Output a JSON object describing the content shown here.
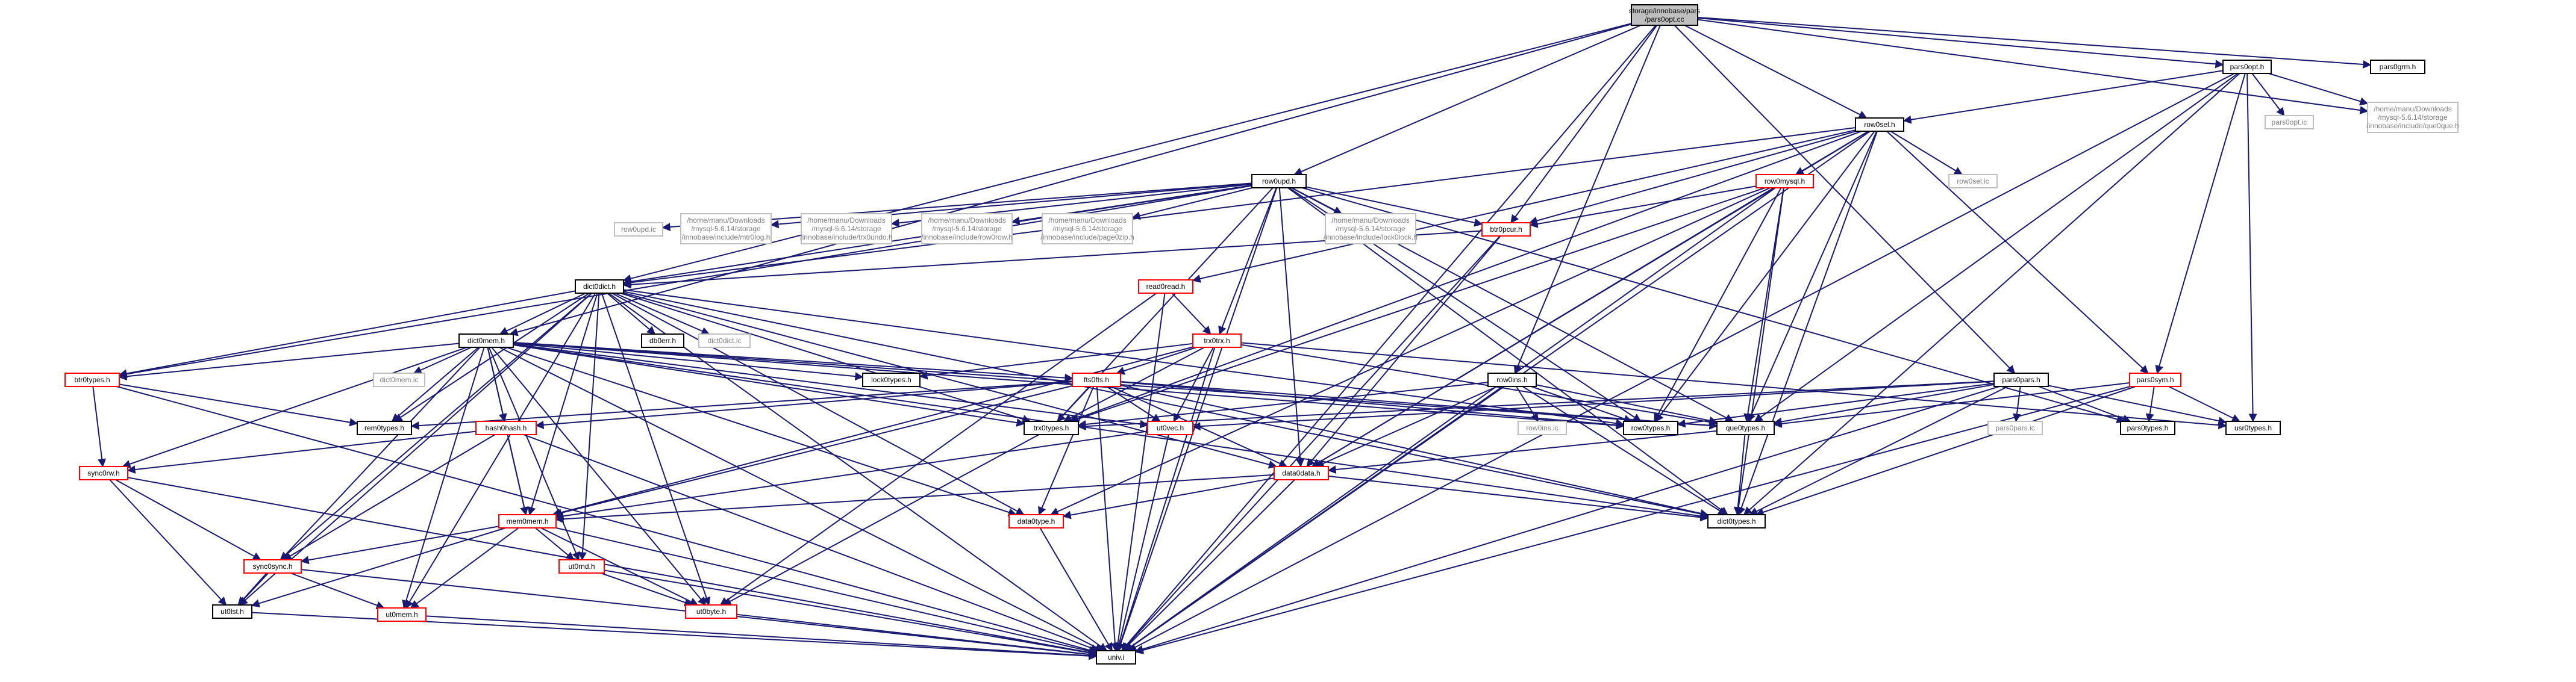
{
  "colors": {
    "edge": "#191970",
    "node_border_default": "#000000",
    "node_border_linked": "#ff0000",
    "node_border_external": "#bfbfbf",
    "node_fill": "#ffffff",
    "root_fill": "#bfbfbf",
    "text": "#000000",
    "text_external": "#7f7f7f"
  },
  "nodes": [
    {
      "id": "root",
      "kind": "root",
      "lines": [
        "storage/innobase/pars",
        "/pars0opt.cc"
      ]
    },
    {
      "id": "pars0opt_h",
      "kind": "linked",
      "lines": [
        "pars0opt.h"
      ]
    },
    {
      "id": "pars0grm_h",
      "kind": "linked",
      "lines": [
        "pars0grm.h"
      ]
    },
    {
      "id": "que0que_ext",
      "kind": "external",
      "lines": [
        "/home/manu/Downloads",
        "/mysql-5.6.14/storage",
        "/innobase/include/que0que.h"
      ]
    },
    {
      "id": "pars0opt_ic",
      "kind": "external",
      "lines": [
        "pars0opt.ic"
      ]
    },
    {
      "id": "row0sel_h",
      "kind": "linked",
      "lines": [
        "row0sel.h"
      ]
    },
    {
      "id": "row0sel_ic",
      "kind": "external",
      "lines": [
        "row0sel.ic"
      ]
    },
    {
      "id": "row0mysql_h",
      "kind": "red",
      "lines": [
        "row0mysql.h"
      ]
    },
    {
      "id": "row0upd_h",
      "kind": "linked",
      "lines": [
        "row0upd.h"
      ]
    },
    {
      "id": "row0upd_ic",
      "kind": "external",
      "lines": [
        "row0upd.ic"
      ]
    },
    {
      "id": "mtr0log_ext",
      "kind": "external",
      "lines": [
        "/home/manu/Downloads",
        "/mysql-5.6.14/storage",
        "/innobase/include/mtr0log.h"
      ]
    },
    {
      "id": "trx0undo_ext",
      "kind": "external",
      "lines": [
        "/home/manu/Downloads",
        "/mysql-5.6.14/storage",
        "/innobase/include/trx0undo.h"
      ]
    },
    {
      "id": "row0row_ext",
      "kind": "external",
      "lines": [
        "/home/manu/Downloads",
        "/mysql-5.6.14/storage",
        "/innobase/include/row0row.h"
      ]
    },
    {
      "id": "page0zip_ext",
      "kind": "external",
      "lines": [
        "/home/manu/Downloads",
        "/mysql-5.6.14/storage",
        "/innobase/include/page0zip.h"
      ]
    },
    {
      "id": "lock0lock_ext",
      "kind": "external",
      "lines": [
        "/home/manu/Downloads",
        "/mysql-5.6.14/storage",
        "/innobase/include/lock0lock.h"
      ]
    },
    {
      "id": "btr0pcur_h",
      "kind": "red",
      "lines": [
        "btr0pcur.h"
      ]
    },
    {
      "id": "read0read_h",
      "kind": "red",
      "lines": [
        "read0read.h"
      ]
    },
    {
      "id": "trx0trx_h",
      "kind": "red",
      "lines": [
        "trx0trx.h"
      ]
    },
    {
      "id": "dict0dict_h",
      "kind": "linked",
      "lines": [
        "dict0dict.h"
      ]
    },
    {
      "id": "dict0mem_h",
      "kind": "linked",
      "lines": [
        "dict0mem.h"
      ]
    },
    {
      "id": "db0err_h",
      "kind": "linked",
      "lines": [
        "db0err.h"
      ]
    },
    {
      "id": "dict0dict_ic",
      "kind": "external",
      "lines": [
        "dict0dict.ic"
      ]
    },
    {
      "id": "btr0types_h",
      "kind": "red",
      "lines": [
        "btr0types.h"
      ]
    },
    {
      "id": "dict0mem_ic",
      "kind": "external",
      "lines": [
        "dict0mem.ic"
      ]
    },
    {
      "id": "rem0types_h",
      "kind": "linked",
      "lines": [
        "rem0types.h"
      ]
    },
    {
      "id": "hash0hash_h",
      "kind": "red",
      "lines": [
        "hash0hash.h"
      ]
    },
    {
      "id": "lock0types_h",
      "kind": "linked",
      "lines": [
        "lock0types.h"
      ]
    },
    {
      "id": "fts0fts_h",
      "kind": "red",
      "lines": [
        "fts0fts.h"
      ]
    },
    {
      "id": "trx0types_h",
      "kind": "linked",
      "lines": [
        "trx0types.h"
      ]
    },
    {
      "id": "ut0vec_h",
      "kind": "red",
      "lines": [
        "ut0vec.h"
      ]
    },
    {
      "id": "row0ins_h",
      "kind": "linked",
      "lines": [
        "row0ins.h"
      ]
    },
    {
      "id": "row0ins_ic",
      "kind": "external",
      "lines": [
        "row0ins.ic"
      ]
    },
    {
      "id": "row0types_h",
      "kind": "linked",
      "lines": [
        "row0types.h"
      ]
    },
    {
      "id": "que0types_h",
      "kind": "linked",
      "lines": [
        "que0types.h"
      ]
    },
    {
      "id": "pars0pars_h",
      "kind": "linked",
      "lines": [
        "pars0pars.h"
      ]
    },
    {
      "id": "pars0pars_ic",
      "kind": "external",
      "lines": [
        "pars0pars.ic"
      ]
    },
    {
      "id": "pars0sym_h",
      "kind": "red",
      "lines": [
        "pars0sym.h"
      ]
    },
    {
      "id": "pars0types_h",
      "kind": "linked",
      "lines": [
        "pars0types.h"
      ]
    },
    {
      "id": "usr0types_h",
      "kind": "linked",
      "lines": [
        "usr0types.h"
      ]
    },
    {
      "id": "data0data_h",
      "kind": "red",
      "lines": [
        "data0data.h"
      ]
    },
    {
      "id": "dict0types_h",
      "kind": "linked",
      "lines": [
        "dict0types.h"
      ]
    },
    {
      "id": "sync0rw_h",
      "kind": "red",
      "lines": [
        "sync0rw.h"
      ]
    },
    {
      "id": "mem0mem_h",
      "kind": "red",
      "lines": [
        "mem0mem.h"
      ]
    },
    {
      "id": "data0type_h",
      "kind": "red",
      "lines": [
        "data0type.h"
      ]
    },
    {
      "id": "sync0sync_h",
      "kind": "red",
      "lines": [
        "sync0sync.h"
      ]
    },
    {
      "id": "ut0rnd_h",
      "kind": "red",
      "lines": [
        "ut0rnd.h"
      ]
    },
    {
      "id": "ut0lst_h",
      "kind": "linked",
      "lines": [
        "ut0lst.h"
      ]
    },
    {
      "id": "ut0mem_h",
      "kind": "red",
      "lines": [
        "ut0mem.h"
      ]
    },
    {
      "id": "ut0byte_h",
      "kind": "red",
      "lines": [
        "ut0byte.h"
      ]
    },
    {
      "id": "univ_i",
      "kind": "linked",
      "lines": [
        "univ.i"
      ]
    }
  ],
  "edges": [
    [
      "root",
      "pars0opt_h"
    ],
    [
      "root",
      "pars0grm_h"
    ],
    [
      "root",
      "que0que_ext"
    ],
    [
      "root",
      "row0sel_h"
    ],
    [
      "root",
      "row0upd_h"
    ],
    [
      "root",
      "btr0pcur_h"
    ],
    [
      "root",
      "dict0dict_h"
    ],
    [
      "root",
      "dict0mem_h"
    ],
    [
      "root",
      "row0ins_h"
    ],
    [
      "root",
      "pars0pars_h"
    ],
    [
      "root",
      "univ_i"
    ],
    [
      "pars0opt_h",
      "row0sel_h"
    ],
    [
      "pars0opt_h",
      "que0que_ext"
    ],
    [
      "pars0opt_h",
      "pars0opt_ic"
    ],
    [
      "pars0opt_h",
      "usr0types_h"
    ],
    [
      "pars0opt_h",
      "pars0sym_h"
    ],
    [
      "pars0opt_h",
      "que0types_h"
    ],
    [
      "pars0opt_h",
      "dict0types_h"
    ],
    [
      "pars0opt_h",
      "univ_i"
    ],
    [
      "row0sel_h",
      "row0sel_ic"
    ],
    [
      "row0sel_h",
      "row0mysql_h"
    ],
    [
      "row0sel_h",
      "btr0pcur_h"
    ],
    [
      "row0sel_h",
      "read0read_h"
    ],
    [
      "row0sel_h",
      "data0data_h"
    ],
    [
      "row0sel_h",
      "dict0types_h"
    ],
    [
      "row0sel_h",
      "trx0types_h"
    ],
    [
      "row0sel_h",
      "que0types_h"
    ],
    [
      "row0sel_h",
      "row0types_h"
    ],
    [
      "row0sel_h",
      "pars0sym_h"
    ],
    [
      "row0sel_h",
      "univ_i"
    ],
    [
      "row0sel_h",
      "dict0dict_h"
    ],
    [
      "row0mysql_h",
      "btr0pcur_h"
    ],
    [
      "row0mysql_h",
      "data0data_h"
    ],
    [
      "row0mysql_h",
      "que0types_h"
    ],
    [
      "row0mysql_h",
      "row0types_h"
    ],
    [
      "row0mysql_h",
      "dict0types_h"
    ],
    [
      "row0mysql_h",
      "trx0types_h"
    ],
    [
      "row0mysql_h",
      "univ_i"
    ],
    [
      "row0mysql_h",
      "data0type_h"
    ],
    [
      "row0upd_h",
      "row0upd_ic"
    ],
    [
      "row0upd_h",
      "mtr0log_ext"
    ],
    [
      "row0upd_h",
      "trx0undo_ext"
    ],
    [
      "row0upd_h",
      "row0row_ext"
    ],
    [
      "row0upd_h",
      "page0zip_ext"
    ],
    [
      "row0upd_h",
      "lock0lock_ext"
    ],
    [
      "row0upd_h",
      "btr0pcur_h"
    ],
    [
      "row0upd_h",
      "trx0trx_h"
    ],
    [
      "row0upd_h",
      "dict0dict_h"
    ],
    [
      "row0upd_h",
      "btr0types_h"
    ],
    [
      "row0upd_h",
      "data0data_h"
    ],
    [
      "row0upd_h",
      "row0types_h"
    ],
    [
      "row0upd_h",
      "trx0types_h"
    ],
    [
      "row0upd_h",
      "pars0types_h"
    ],
    [
      "row0upd_h",
      "que0types_h"
    ],
    [
      "row0upd_h",
      "dict0types_h"
    ],
    [
      "row0upd_h",
      "univ_i"
    ],
    [
      "btr0pcur_h",
      "dict0dict_h"
    ],
    [
      "btr0pcur_h",
      "data0data_h"
    ],
    [
      "btr0pcur_h",
      "univ_i"
    ],
    [
      "read0read_h",
      "trx0trx_h"
    ],
    [
      "read0read_h",
      "read0read_ic_dummy"
    ],
    [
      "read0read_h",
      "univ_i"
    ],
    [
      "read0read_h",
      "ut0byte_h"
    ],
    [
      "trx0trx_h",
      "lock0types_h"
    ],
    [
      "trx0trx_h",
      "trx0types_h"
    ],
    [
      "trx0trx_h",
      "ut0vec_h"
    ],
    [
      "trx0trx_h",
      "fts0fts_h"
    ],
    [
      "trx0trx_h",
      "usr0types_h"
    ],
    [
      "trx0trx_h",
      "que0types_h"
    ],
    [
      "trx0trx_h",
      "mem0mem_h"
    ],
    [
      "trx0trx_h",
      "univ_i"
    ],
    [
      "dict0dict_h",
      "dict0mem_h"
    ],
    [
      "dict0dict_h",
      "db0err_h"
    ],
    [
      "dict0dict_h",
      "dict0dict_ic"
    ],
    [
      "dict0dict_h",
      "btr0types_h"
    ],
    [
      "dict0dict_h",
      "data0type_h"
    ],
    [
      "dict0dict_h",
      "data0data_h"
    ],
    [
      "dict0dict_h",
      "mem0mem_h"
    ],
    [
      "dict0dict_h",
      "rem0types_h"
    ],
    [
      "dict0dict_h",
      "ut0rnd_h"
    ],
    [
      "dict0dict_h",
      "ut0byte_h"
    ],
    [
      "dict0dict_h",
      "trx0types_h"
    ],
    [
      "dict0dict_h",
      "row0types_h"
    ],
    [
      "dict0dict_h",
      "sync0sync_h"
    ],
    [
      "dict0dict_h",
      "ut0lst_h"
    ],
    [
      "dict0dict_h",
      "ut0mem_h"
    ],
    [
      "dict0dict_h",
      "univ_i"
    ],
    [
      "dict0dict_h",
      "dict0types_h"
    ],
    [
      "dict0mem_h",
      "dict0mem_ic"
    ],
    [
      "dict0mem_h",
      "btr0types_h"
    ],
    [
      "dict0mem_h",
      "rem0types_h"
    ],
    [
      "dict0mem_h",
      "hash0hash_h"
    ],
    [
      "dict0mem_h",
      "lock0types_h"
    ],
    [
      "dict0mem_h",
      "fts0fts_h"
    ],
    [
      "dict0mem_h",
      "trx0types_h"
    ],
    [
      "dict0mem_h",
      "ut0vec_h"
    ],
    [
      "dict0mem_h",
      "sync0rw_h"
    ],
    [
      "dict0mem_h",
      "mem0mem_h"
    ],
    [
      "dict0mem_h",
      "data0type_h"
    ],
    [
      "dict0mem_h",
      "ut0rnd_h"
    ],
    [
      "dict0mem_h",
      "ut0byte_h"
    ],
    [
      "dict0mem_h",
      "ut0lst_h"
    ],
    [
      "dict0mem_h",
      "ut0mem_h"
    ],
    [
      "dict0mem_h",
      "univ_i"
    ],
    [
      "dict0mem_h",
      "dict0types_h"
    ],
    [
      "dict0mem_h",
      "que0types_h"
    ],
    [
      "dict0mem_h",
      "row0types_h"
    ],
    [
      "btr0types_h",
      "rem0types_h"
    ],
    [
      "btr0types_h",
      "sync0rw_h"
    ],
    [
      "btr0types_h",
      "univ_i"
    ],
    [
      "hash0hash_h",
      "mem0mem_h"
    ],
    [
      "hash0hash_h",
      "sync0rw_h"
    ],
    [
      "hash0hash_h",
      "sync0sync_h"
    ],
    [
      "hash0hash_h",
      "univ_i"
    ],
    [
      "fts0fts_h",
      "data0type_h"
    ],
    [
      "fts0fts_h",
      "data0data_h"
    ],
    [
      "fts0fts_h",
      "hash0hash_h"
    ],
    [
      "fts0fts_h",
      "ut0vec_h"
    ],
    [
      "fts0fts_h",
      "mem0mem_h"
    ],
    [
      "fts0fts_h",
      "rem0types_h"
    ],
    [
      "fts0fts_h",
      "row0types_h"
    ],
    [
      "fts0fts_h",
      "trx0types_h"
    ],
    [
      "fts0fts_h",
      "que0types_h"
    ],
    [
      "fts0fts_h",
      "dict0types_h"
    ],
    [
      "fts0fts_h",
      "univ_i"
    ],
    [
      "trx0types_h",
      "ut0byte_h"
    ],
    [
      "ut0vec_h",
      "mem0mem_h"
    ],
    [
      "ut0vec_h",
      "univ_i"
    ],
    [
      "row0ins_h",
      "row0ins_ic"
    ],
    [
      "row0ins_h",
      "data0data_h"
    ],
    [
      "row0ins_h",
      "que0types_h"
    ],
    [
      "row0ins_h",
      "dict0types_h"
    ],
    [
      "row0ins_h",
      "trx0types_h"
    ],
    [
      "row0ins_h",
      "row0types_h"
    ],
    [
      "row0ins_h",
      "univ_i"
    ],
    [
      "que0types_h",
      "data0data_h"
    ],
    [
      "que0types_h",
      "dict0types_h"
    ],
    [
      "pars0pars_h",
      "pars0pars_ic"
    ],
    [
      "pars0pars_h",
      "pars0types_h"
    ],
    [
      "pars0pars_h",
      "usr0types_h"
    ],
    [
      "pars0pars_h",
      "que0types_h"
    ],
    [
      "pars0pars_h",
      "row0types_h"
    ],
    [
      "pars0pars_h",
      "trx0types_h"
    ],
    [
      "pars0pars_h",
      "ut0vec_h"
    ],
    [
      "pars0pars_h",
      "univ_i"
    ],
    [
      "pars0pars_h",
      "dict0types_h"
    ],
    [
      "pars0sym_h",
      "pars0types_h"
    ],
    [
      "pars0sym_h",
      "usr0types_h"
    ],
    [
      "pars0sym_h",
      "que0types_h"
    ],
    [
      "pars0sym_h",
      "dict0types_h"
    ],
    [
      "pars0sym_h",
      "univ_i"
    ],
    [
      "data0data_h",
      "data0type_h"
    ],
    [
      "data0data_h",
      "mem0mem_h"
    ],
    [
      "data0data_h",
      "dict0types_h"
    ],
    [
      "data0data_h",
      "univ_i"
    ],
    [
      "sync0rw_h",
      "sync0sync_h"
    ],
    [
      "sync0rw_h",
      "ut0lst_h"
    ],
    [
      "sync0rw_h",
      "univ_i"
    ],
    [
      "mem0mem_h",
      "sync0sync_h"
    ],
    [
      "mem0mem_h",
      "ut0mem_h"
    ],
    [
      "mem0mem_h",
      "ut0rnd_h"
    ],
    [
      "mem0mem_h",
      "ut0byte_h"
    ],
    [
      "mem0mem_h",
      "ut0lst_h"
    ],
    [
      "mem0mem_h",
      "univ_i"
    ],
    [
      "data0type_h",
      "univ_i"
    ],
    [
      "sync0sync_h",
      "ut0mem_h"
    ],
    [
      "sync0sync_h",
      "ut0lst_h"
    ],
    [
      "sync0sync_h",
      "univ_i"
    ],
    [
      "ut0rnd_h",
      "ut0byte_h"
    ],
    [
      "ut0rnd_h",
      "univ_i"
    ],
    [
      "ut0lst_h",
      "univ_i"
    ],
    [
      "ut0mem_h",
      "univ_i"
    ],
    [
      "ut0byte_h",
      "univ_i"
    ]
  ]
}
